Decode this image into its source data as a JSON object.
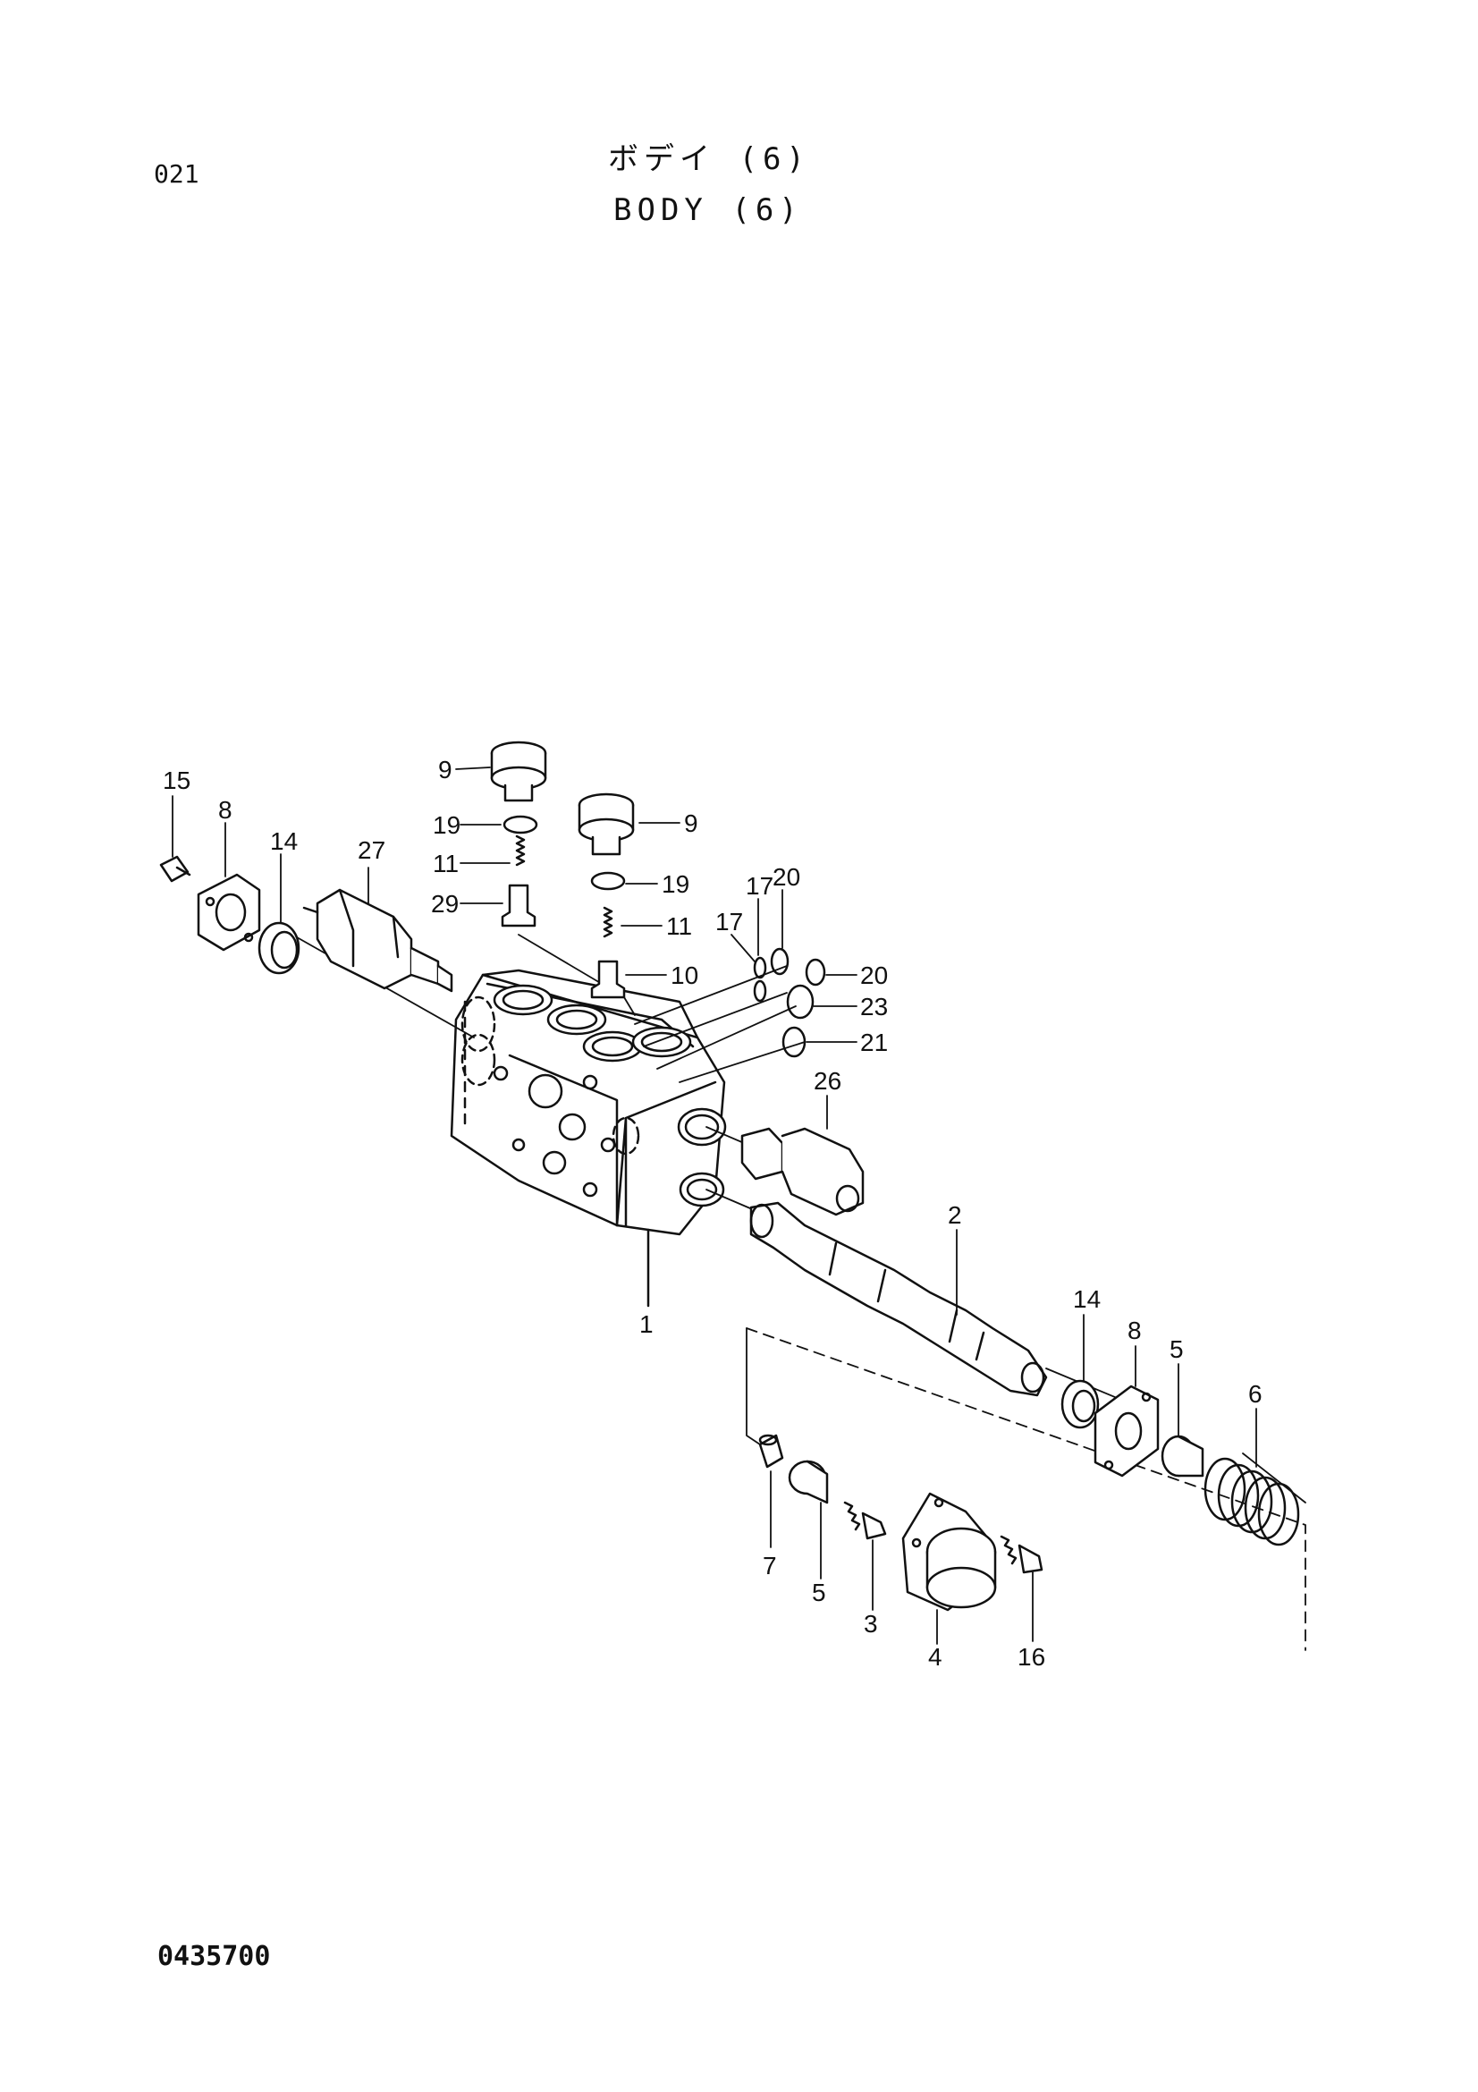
{
  "header": {
    "page_number": "021",
    "title_jp": "ボデイ (6)",
    "title_en": "BODY (6)"
  },
  "footer": {
    "doc_number": "0435700"
  },
  "callouts": [
    {
      "id": "c15",
      "label": "15"
    },
    {
      "id": "c8a",
      "label": "8"
    },
    {
      "id": "c14a",
      "label": "14"
    },
    {
      "id": "c27",
      "label": "27"
    },
    {
      "id": "c9a",
      "label": "9"
    },
    {
      "id": "c19a",
      "label": "19"
    },
    {
      "id": "c11a",
      "label": "11"
    },
    {
      "id": "c29",
      "label": "29"
    },
    {
      "id": "c9b",
      "label": "9"
    },
    {
      "id": "c19b",
      "label": "19"
    },
    {
      "id": "c11b",
      "label": "11"
    },
    {
      "id": "c10",
      "label": "10"
    },
    {
      "id": "c17a",
      "label": "17"
    },
    {
      "id": "c20a",
      "label": "20"
    },
    {
      "id": "c17b",
      "label": "17"
    },
    {
      "id": "c20b",
      "label": "20"
    },
    {
      "id": "c23",
      "label": "23"
    },
    {
      "id": "c21",
      "label": "21"
    },
    {
      "id": "c26",
      "label": "26"
    },
    {
      "id": "c1",
      "label": "1"
    },
    {
      "id": "c2",
      "label": "2"
    },
    {
      "id": "c14b",
      "label": "14"
    },
    {
      "id": "c8b",
      "label": "8"
    },
    {
      "id": "c5a",
      "label": "5"
    },
    {
      "id": "c6",
      "label": "6"
    },
    {
      "id": "c7",
      "label": "7"
    },
    {
      "id": "c5b",
      "label": "5"
    },
    {
      "id": "c3",
      "label": "3"
    },
    {
      "id": "c4",
      "label": "4"
    },
    {
      "id": "c16",
      "label": "16"
    }
  ]
}
